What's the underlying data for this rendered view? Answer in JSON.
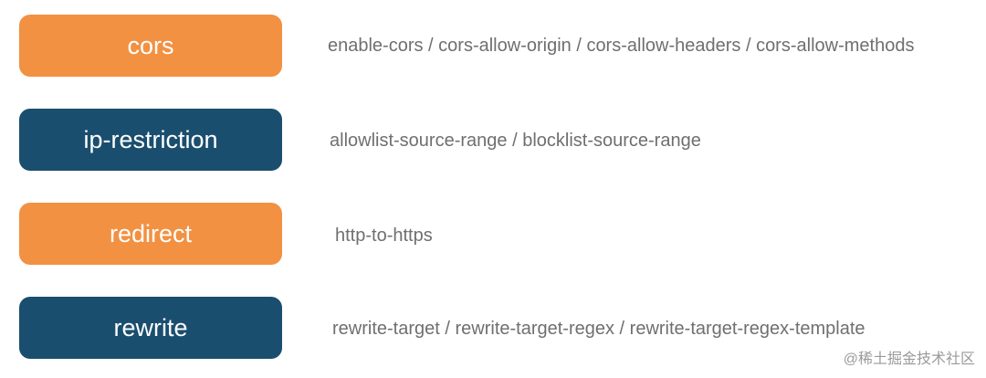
{
  "rows": [
    {
      "label": "cors",
      "color": "#f29142",
      "description": "enable-cors / cors-allow-origin / cors-allow-headers / cors-allow-methods"
    },
    {
      "label": "ip-restriction",
      "color": "#1a4e6e",
      "description": "allowlist-source-range / blocklist-source-range"
    },
    {
      "label": "redirect",
      "color": "#f29142",
      "description": "http-to-https"
    },
    {
      "label": "rewrite",
      "color": "#1a4e6e",
      "description": "rewrite-target / rewrite-target-regex / rewrite-target-regex-template"
    }
  ],
  "watermark": "@稀土掘金技术社区",
  "colors": {
    "orange": "#f29142",
    "blue": "#1a4e6e",
    "description_text": "#6f6f6f",
    "watermark_text": "#9a9a9a"
  }
}
